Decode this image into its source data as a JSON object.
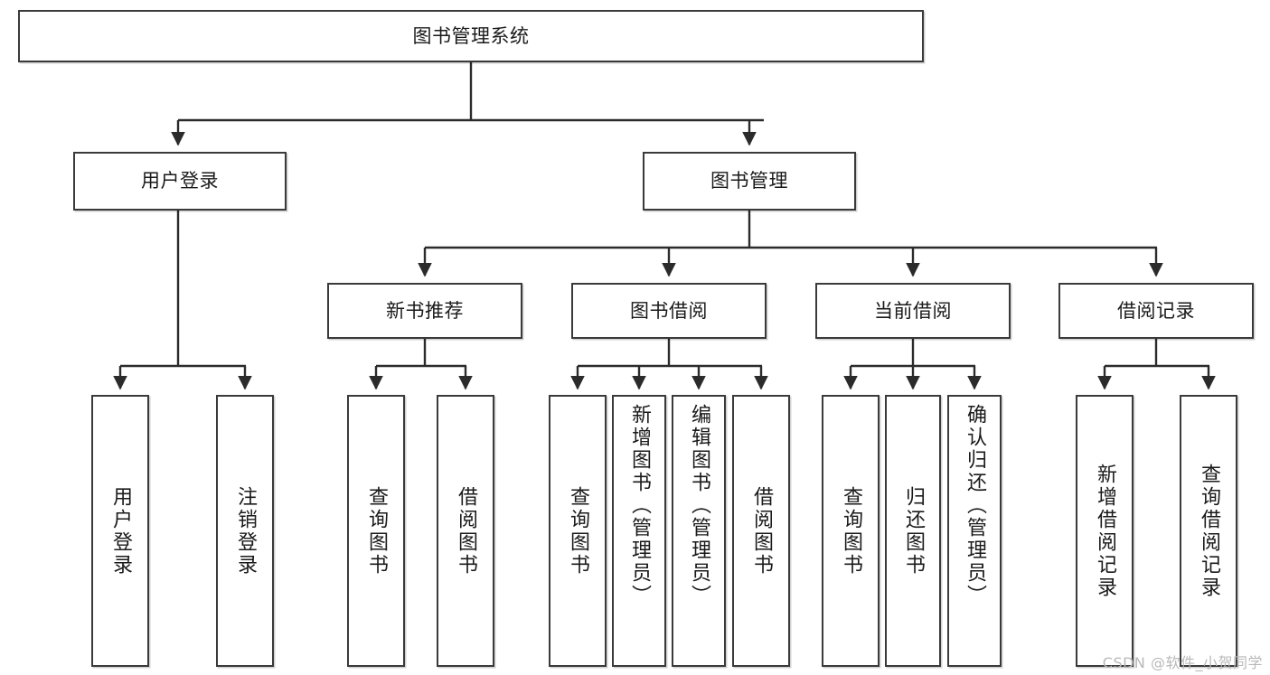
{
  "diagram": {
    "type": "hierarchy-tree",
    "title": "图书管理系统",
    "root": {
      "id": "root",
      "label": "图书管理系统",
      "orientation": "horizontal"
    },
    "level1": [
      {
        "id": "user-login",
        "label": "用户登录",
        "orientation": "horizontal"
      },
      {
        "id": "book-management",
        "label": "图书管理",
        "orientation": "horizontal"
      }
    ],
    "level2": [
      {
        "id": "new-book-recommend",
        "label": "新书推荐",
        "parent": "book-management",
        "orientation": "horizontal"
      },
      {
        "id": "book-borrow",
        "label": "图书借阅",
        "parent": "book-management",
        "orientation": "horizontal"
      },
      {
        "id": "current-borrow",
        "label": "当前借阅",
        "parent": "book-management",
        "orientation": "horizontal"
      },
      {
        "id": "borrow-record",
        "label": "借阅记录",
        "parent": "book-management",
        "orientation": "horizontal"
      }
    ],
    "leaves": [
      {
        "id": "leaf-user-login",
        "label": "用户登录",
        "parent": "user-login",
        "orientation": "vertical"
      },
      {
        "id": "leaf-user-logout",
        "label": "注销登录",
        "parent": "user-login",
        "orientation": "vertical"
      },
      {
        "id": "leaf-query-book-1",
        "label": "查询图书",
        "parent": "new-book-recommend",
        "orientation": "vertical"
      },
      {
        "id": "leaf-borrow-book-1",
        "label": "借阅图书",
        "parent": "new-book-recommend",
        "orientation": "vertical"
      },
      {
        "id": "leaf-query-book-2",
        "label": "查询图书",
        "parent": "book-borrow",
        "orientation": "vertical"
      },
      {
        "id": "leaf-add-book",
        "label": "新增图书（管理员）",
        "parent": "book-borrow",
        "orientation": "vertical"
      },
      {
        "id": "leaf-edit-book",
        "label": "编辑图书（管理员）",
        "parent": "book-borrow",
        "orientation": "vertical"
      },
      {
        "id": "leaf-borrow-book-2",
        "label": "借阅图书",
        "parent": "book-borrow",
        "orientation": "vertical"
      },
      {
        "id": "leaf-query-book-3",
        "label": "查询图书",
        "parent": "current-borrow",
        "orientation": "vertical"
      },
      {
        "id": "leaf-return-book",
        "label": "归还图书",
        "parent": "current-borrow",
        "orientation": "vertical"
      },
      {
        "id": "leaf-confirm-return",
        "label": "确认归还（管理员）",
        "parent": "current-borrow",
        "orientation": "vertical"
      },
      {
        "id": "leaf-add-record",
        "label": "新增借阅记录",
        "parent": "borrow-record",
        "orientation": "vertical"
      },
      {
        "id": "leaf-query-record",
        "label": "查询借阅记录",
        "parent": "borrow-record",
        "orientation": "vertical"
      }
    ],
    "colors": {
      "box_border": "#3a3a3a",
      "box_fill": "#ffffff",
      "connector": "#2b2b2b",
      "text": "#1a1a1a",
      "watermark": "#b9b9b9"
    }
  },
  "watermark": {
    "text": "CSDN @软件_小贺同学"
  }
}
